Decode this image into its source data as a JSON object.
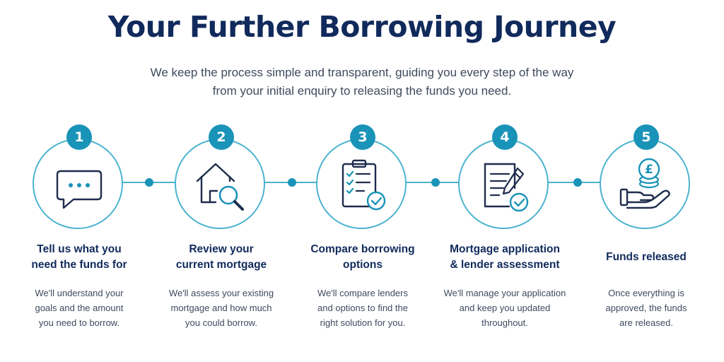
{
  "header": {
    "title": "Your Further Borrowing Journey",
    "subtitle_lines": [
      "We keep the process simple and transparent, guiding you every step of the way",
      "from your initial enquiry to releasing the funds you need."
    ]
  },
  "colors": {
    "navy": "#112a5c",
    "accent": "#1a93b8",
    "ring": "#4ab3cf",
    "body_text": "#3f4a5e"
  },
  "steps": [
    {
      "number": "1",
      "icon": "chat-bubble-icon",
      "title_lines": [
        "Tell us what you",
        "need the funds for"
      ],
      "desc_lines": [
        "We'll understand your",
        "goals and the amount",
        "you need to borrow."
      ]
    },
    {
      "number": "2",
      "icon": "house-magnifier-icon",
      "title_lines": [
        "Review your",
        "current mortgage"
      ],
      "desc_lines": [
        "We'll assess your existing",
        "mortgage and how much",
        "you could borrow."
      ]
    },
    {
      "number": "3",
      "icon": "clipboard-checklist-icon",
      "title_lines": [
        "Compare borrowing",
        "options"
      ],
      "desc_lines": [
        "We'll compare lenders",
        "and options to find the",
        "right solution for you."
      ]
    },
    {
      "number": "4",
      "icon": "document-pen-check-icon",
      "title_lines": [
        "Mortgage application",
        "& lender assessment"
      ],
      "desc_lines": [
        "We'll manage your application",
        "and keep you updated",
        "throughout."
      ]
    },
    {
      "number": "5",
      "icon": "hand-pound-coin-icon",
      "title_lines": [
        "Funds released"
      ],
      "desc_lines": [
        "Once everything is",
        "approved, the funds",
        "are released."
      ]
    }
  ]
}
